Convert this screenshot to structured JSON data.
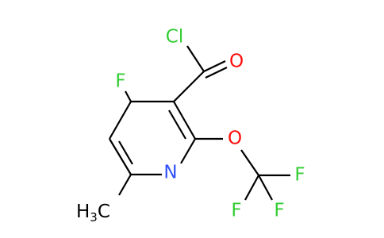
{
  "atoms": {
    "cl": {
      "label": "Cl",
      "color": "#33cc33"
    },
    "o_carbonyl": {
      "label": "O",
      "color": "#ff0d0d"
    },
    "f_ring": {
      "label": "F",
      "color": "#33cc33"
    },
    "o_ether": {
      "label": "O",
      "color": "#ff0d0d"
    },
    "n_ring": {
      "label": "N",
      "color": "#3050f8"
    },
    "f_cf3_right": {
      "label": "F",
      "color": "#33cc33"
    },
    "f_cf3_left": {
      "label": "F",
      "color": "#33cc33"
    },
    "f_cf3_bottom": {
      "label": "F",
      "color": "#33cc33"
    },
    "methyl": {
      "label": "H",
      "subscript": "3",
      "tail": "C",
      "color": "#000000"
    }
  }
}
